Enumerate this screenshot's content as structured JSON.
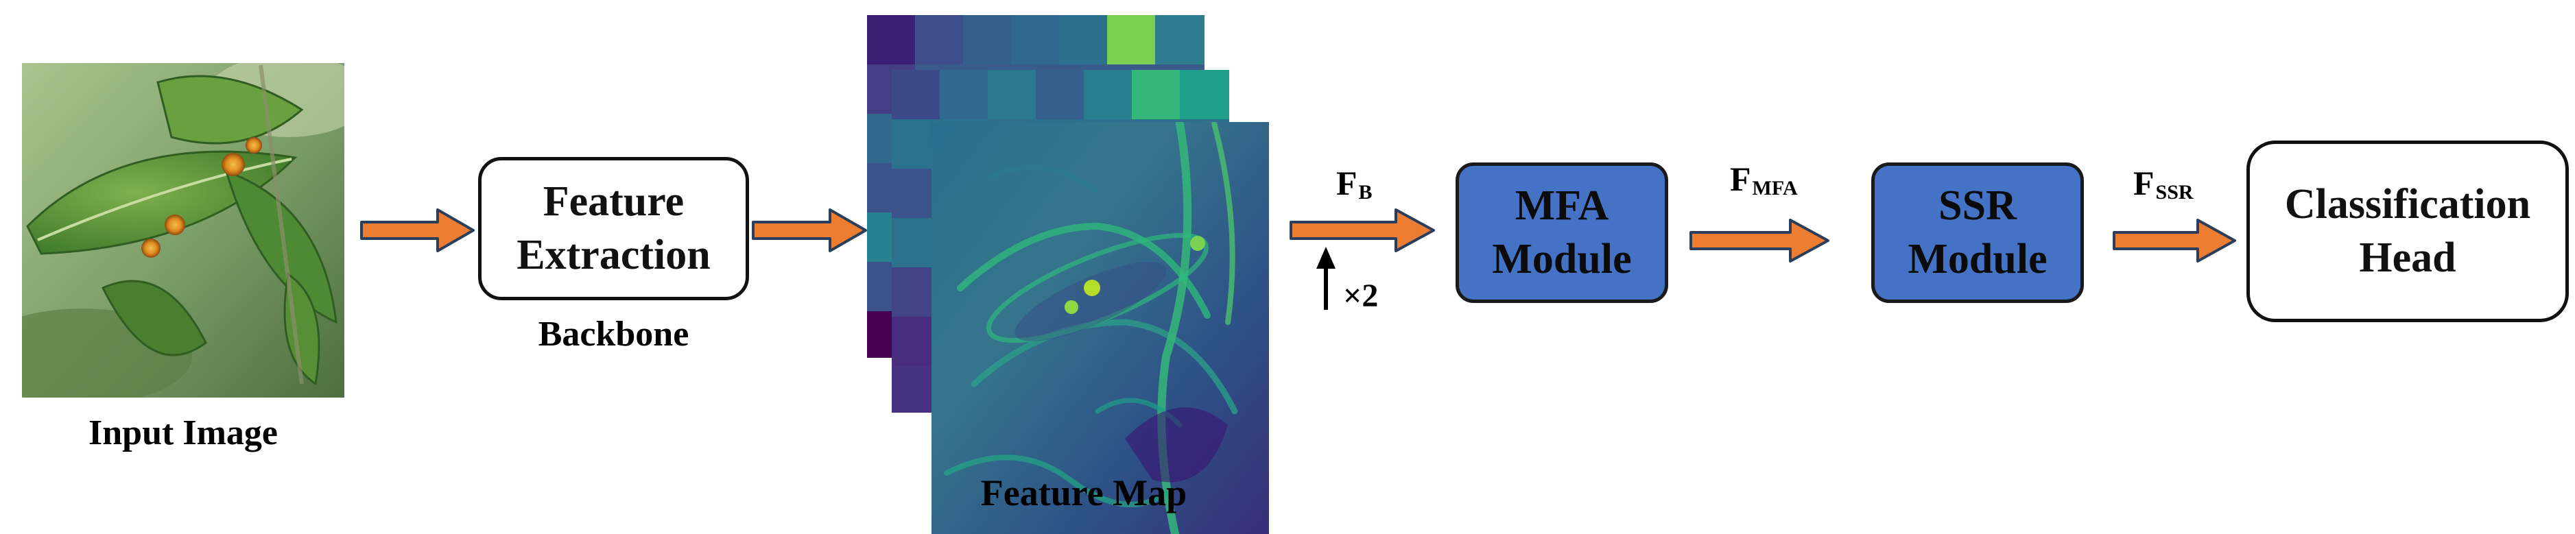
{
  "input_image": {
    "caption": "Input Image"
  },
  "feature_extraction": {
    "line1": "Feature",
    "line2": "Extraction",
    "caption": "Backbone"
  },
  "feature_map": {
    "caption": "Feature Map"
  },
  "f_b": {
    "main": "F",
    "sub": "B"
  },
  "upsample": {
    "text": "×2"
  },
  "mfa": {
    "line1": "MFA",
    "line2": "Module"
  },
  "f_mfa": {
    "main": "F",
    "sub": "MFA"
  },
  "ssr": {
    "line1": "SSR",
    "line2": "Module"
  },
  "f_ssr": {
    "main": "F",
    "sub": "SSR"
  },
  "head": {
    "line1": "Classification",
    "line2": "Head"
  },
  "colors": {
    "arrow": "#ed7d31",
    "module_blue": "#4472c4",
    "viridis_dark": "#3b0f70",
    "viridis_light": "#6ece58"
  }
}
